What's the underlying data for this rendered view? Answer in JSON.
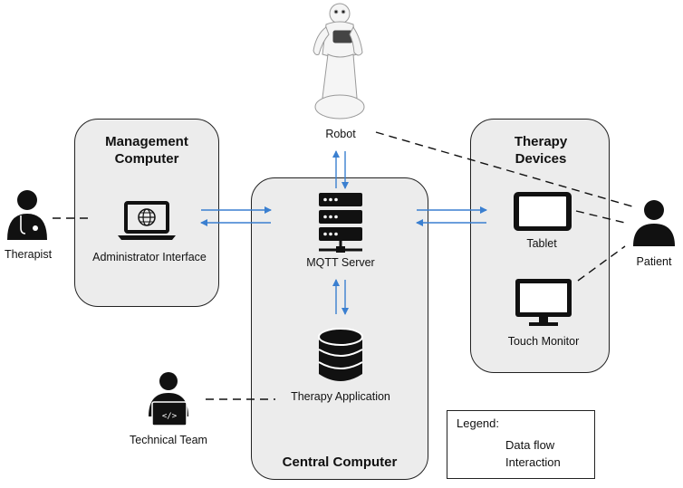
{
  "boxes": {
    "management": "Management Computer",
    "central": "Central Computer",
    "therapy_devices": "Therapy Devices"
  },
  "nodes": {
    "robot": "Robot",
    "therapist": "Therapist",
    "admin_interface": "Administrator Interface",
    "mqtt_server": "MQTT Server",
    "therapy_app": "Therapy Application",
    "technical_team": "Technical Team",
    "tablet": "Tablet",
    "touch_monitor": "Touch Monitor",
    "patient": "Patient"
  },
  "legend": {
    "title": "Legend:",
    "data_flow": "Data flow",
    "interaction": "Interaction"
  },
  "colors": {
    "data_flow": "#3a7fd0",
    "box_fill": "#ececec",
    "icon": "#111111"
  }
}
